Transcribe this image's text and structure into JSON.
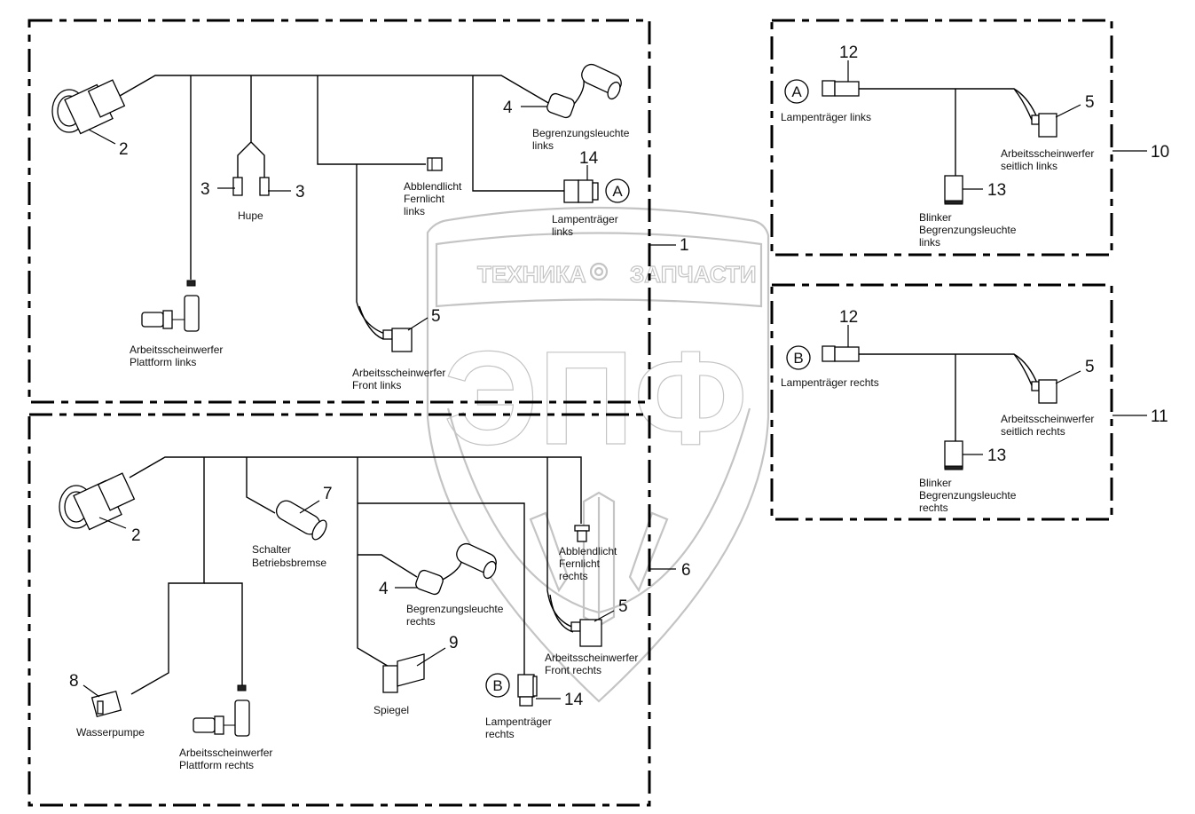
{
  "watermark": {
    "top_text_left": "ТЕХНИКА",
    "top_text_right": "ЗАПЧАСТИ",
    "big_text": "ЭПФ",
    "color": "#c4c4c4"
  },
  "colors": {
    "line": "#000000",
    "background": "#ffffff",
    "watermark": "#c4c4c4"
  },
  "assemblies": [
    {
      "number": "1",
      "description": "Upper-left harness (links)"
    },
    {
      "number": "6",
      "description": "Lower-left harness (rechts)"
    },
    {
      "number": "10",
      "description": "Lampenträger links harness"
    },
    {
      "number": "11",
      "description": "Lampenträger rechts harness"
    }
  ],
  "box1": {
    "callout": "1",
    "parts": {
      "connector_main": {
        "num": "2"
      },
      "hupe": {
        "num_left": "3",
        "num_right": "3",
        "label": "Hupe"
      },
      "begrenzung": {
        "num": "4",
        "label_l1": "Begrenzungsleuchte",
        "label_l2": "links"
      },
      "abblend": {
        "label_l1": "Abblendlicht",
        "label_l2": "Fernlicht",
        "label_l3": "links"
      },
      "lampentraeger": {
        "num": "14",
        "marker": "A",
        "label_l1": "Lampenträger",
        "label_l2": "links"
      },
      "plattform": {
        "label_l1": "Arbeitsscheinwerfer",
        "label_l2": "Plattform links"
      },
      "front": {
        "num": "5",
        "label_l1": "Arbeitsscheinwerfer",
        "label_l2": "Front links"
      }
    }
  },
  "box6": {
    "callout": "6",
    "parts": {
      "connector_main": {
        "num": "2"
      },
      "schalter": {
        "num": "7",
        "label_l1": "Schalter",
        "label_l2": "Betriebsbremse"
      },
      "begrenzung": {
        "num": "4",
        "label_l1": "Begrenzungsleuchte",
        "label_l2": "rechts"
      },
      "abblend": {
        "label_l1": "Abblendlicht",
        "label_l2": "Fernlicht",
        "label_l3": "rechts"
      },
      "front": {
        "num": "5",
        "label_l1": "Arbeitsscheinwerfer",
        "label_l2": "Front rechts"
      },
      "wasserpumpe": {
        "num": "8",
        "label": "Wasserpumpe"
      },
      "plattform": {
        "label_l1": "Arbeitsscheinwerfer",
        "label_l2": "Plattform rechts"
      },
      "spiegel": {
        "num": "9",
        "label": "Spiegel"
      },
      "lampentraeger": {
        "num": "14",
        "marker": "B",
        "label_l1": "Lampenträger",
        "label_l2": "rechts"
      }
    }
  },
  "box10": {
    "callout": "10",
    "marker": "A",
    "num_lamp": "12",
    "label_lamp": "Lampenträger links",
    "num_side": "5",
    "label_side_l1": "Arbeitsscheinwerfer",
    "label_side_l2": "seitlich links",
    "num_blinker": "13",
    "label_blinker_l1": "Blinker",
    "label_blinker_l2": "Begrenzungsleuchte",
    "label_blinker_l3": "links"
  },
  "box11": {
    "callout": "11",
    "marker": "B",
    "num_lamp": "12",
    "label_lamp": "Lampenträger rechts",
    "num_side": "5",
    "label_side_l1": "Arbeitsscheinwerfer",
    "label_side_l2": "seitlich rechts",
    "num_blinker": "13",
    "label_blinker_l1": "Blinker",
    "label_blinker_l2": "Begrenzungsleuchte",
    "label_blinker_l3": "rechts"
  }
}
